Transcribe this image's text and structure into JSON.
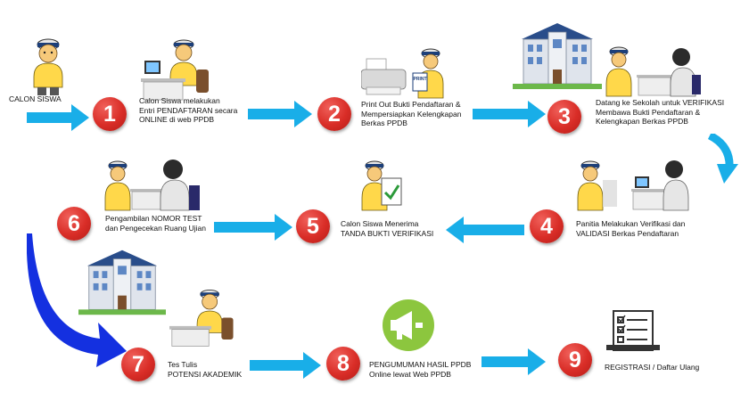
{
  "colors": {
    "arrow": "#19aee8",
    "big_arrow": "#1430e0",
    "circle": "#d92d27",
    "megaphone_bg": "#8cc63e"
  },
  "start_label": "CALON SISWA",
  "steps": [
    {
      "number": "1",
      "text": "Calon Siswa melakukan\nEntri PENDAFTARAN secara\nONLINE di web PPDB"
    },
    {
      "number": "2",
      "text": "Print Out Bukti Pendaftaran &\nMempersiapkan Kelengkapan\nBerkas PPDB"
    },
    {
      "number": "3",
      "text": "Datang ke Sekolah untuk VERIFIKASI\nMembawa Bukti Pendaftaran &\nKelengkapan Berkas PPDB"
    },
    {
      "number": "4",
      "text": "Panitia Melakukan Verifikasi dan\nVALIDASI Berkas Pendaftaran"
    },
    {
      "number": "5",
      "text": "Calon Siswa Menerima\nTANDA BUKTI VERIFIKASI"
    },
    {
      "number": "6",
      "text": "Pengambilan NOMOR TEST\ndan Pengecekan Ruang Ujian"
    },
    {
      "number": "7",
      "text": "Tes Tulis\nPOTENSI AKADEMIK"
    },
    {
      "number": "8",
      "text": "PENGUMUMAN HASIL PPDB\nOnline lewat Web PPDB"
    },
    {
      "number": "9",
      "text": "REGISTRASI / Daftar Ulang"
    }
  ],
  "printer_label": "PRINT",
  "icons": [
    "student-icon",
    "computer-desk-icon",
    "printer-icon",
    "school-building-icon",
    "officer-icon",
    "document-check-icon",
    "megaphone-icon",
    "checklist-icon"
  ]
}
